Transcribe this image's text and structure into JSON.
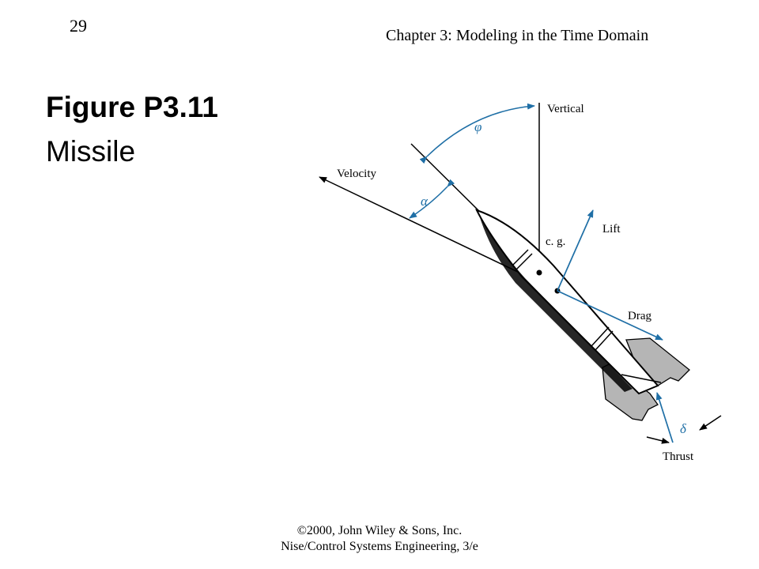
{
  "header": {
    "page_number": "29",
    "chapter": "Chapter 3: Modeling in the Time Domain"
  },
  "figure": {
    "title": "Figure P3.11",
    "subtitle": "Missile"
  },
  "diagram": {
    "labels": {
      "vertical": "Vertical",
      "velocity": "Velocity",
      "cg": "c. g.",
      "lift": "Lift",
      "drag": "Drag",
      "thrust": "Thrust",
      "phi": "φ",
      "alpha": "α",
      "delta": "δ"
    },
    "colors": {
      "accent": "#1f6fa6",
      "line": "#000000",
      "fin": "#b5b5b5"
    }
  },
  "footer": {
    "line1": "©2000, John Wiley & Sons, Inc.",
    "line2": "Nise/Control Systems Engineering, 3/e"
  }
}
